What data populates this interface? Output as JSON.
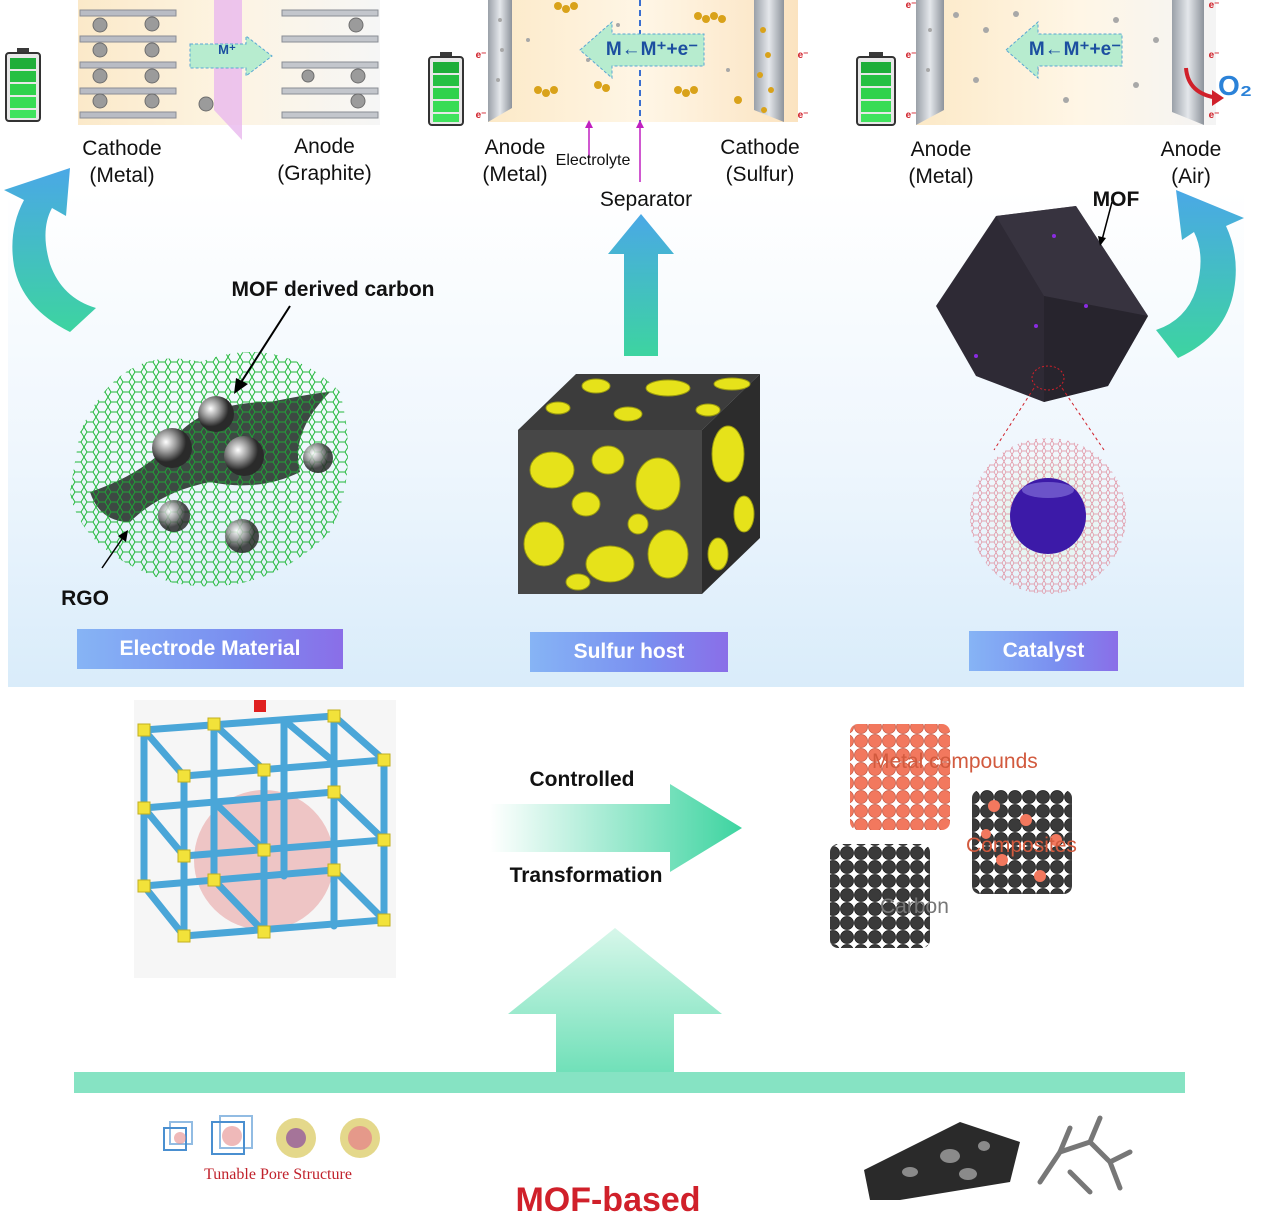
{
  "top_cells": {
    "liion": {
      "left_label": [
        "Cathode",
        "(Metal)"
      ],
      "right_label": [
        "Anode",
        "(Graphite)"
      ],
      "arrow_text": "M⁺"
    },
    "lis": {
      "left_label": [
        "Anode",
        "(Metal)"
      ],
      "right_label": [
        "Cathode",
        "(Sulfur)"
      ],
      "electrolyte": "Electrolyte",
      "separator": "Separator",
      "arrow_text": "M←M⁺+e⁻",
      "electron": "e⁻"
    },
    "liair": {
      "left_label": [
        "Anode",
        "(Metal)"
      ],
      "right_label": [
        "Anode",
        "(Air)"
      ],
      "arrow_text": "M←M⁺+e⁻",
      "o2": "O₂",
      "electron": "e⁻"
    }
  },
  "applications": {
    "electrode": {
      "callout_top": "MOF derived carbon",
      "callout_bottom": "RGO",
      "tag": "Electrode Material"
    },
    "sulfur": {
      "tag": "Sulfur host"
    },
    "catalyst": {
      "callout_top": "MOF",
      "tag": "Catalyst"
    }
  },
  "middle": {
    "arrow_top": "Controlled",
    "arrow_bottom": "Transformation",
    "products": [
      "Metal compounds",
      "Composites",
      "Carbon"
    ]
  },
  "bottom": {
    "tunable": "Tunable Pore Structure",
    "title_partial": "MOF-based"
  },
  "colors": {
    "arrow_gradient_start": "#4aa8e6",
    "arrow_gradient_end": "#3dd4a0",
    "tag_start": "#86b4f5",
    "tag_end": "#8a6ee8",
    "accent_red": "#d0202a",
    "o2_blue": "#2b82d8"
  }
}
